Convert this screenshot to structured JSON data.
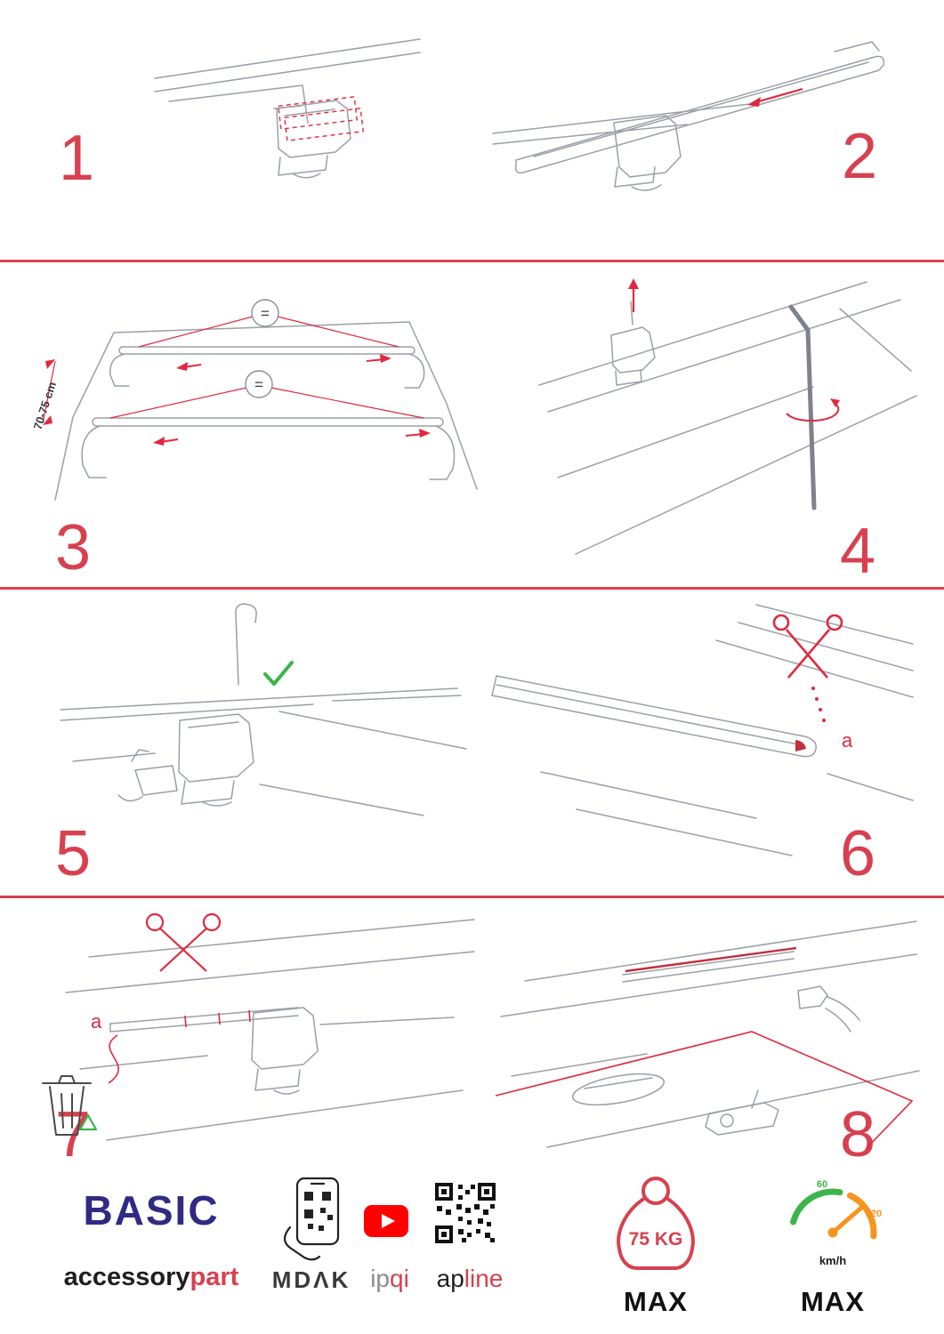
{
  "colors": {
    "accent_red": "#d8404f",
    "brand_blue": "#312a84",
    "check_green": "#39b54a",
    "gauge_orange": "#f7941d",
    "youtube_red": "#ff0000"
  },
  "steps": [
    {
      "number": "1"
    },
    {
      "number": "2"
    },
    {
      "number": "3",
      "dimension_label": "70-75 cm",
      "equals_symbol": "="
    },
    {
      "number": "4"
    },
    {
      "number": "5"
    },
    {
      "number": "6",
      "part_label": "a"
    },
    {
      "number": "7",
      "part_label": "a"
    },
    {
      "number": "8"
    }
  ],
  "footer": {
    "brand": {
      "title": "BASIC",
      "sub_left": "accessory",
      "sub_right": "part"
    },
    "mdak_label": "MDΛK",
    "ipqi": {
      "left": "ip",
      "right": "qi"
    },
    "apline": {
      "left": "ap",
      "right": "line"
    },
    "weight": {
      "value": "75 KG",
      "max_label": "MAX"
    },
    "speedometer": {
      "tick_low": "60",
      "tick_high": "120",
      "unit": "km/h",
      "max_label": "MAX"
    }
  }
}
